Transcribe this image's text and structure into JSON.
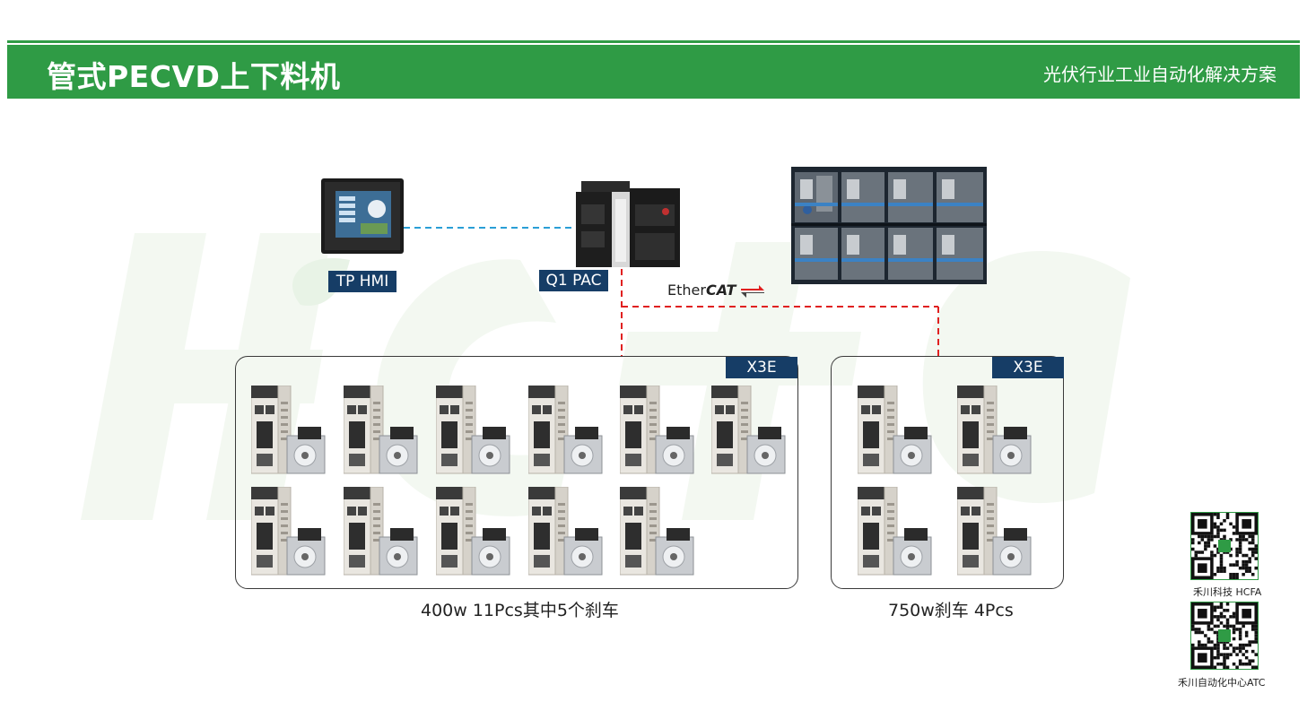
{
  "header": {
    "title": "管式PECVD上下料机",
    "subtitle": "光伏行业工业自动化解决方案"
  },
  "devices": {
    "hmi_label": "TP HMI",
    "pac_label": "Q1 PAC",
    "bus_label_prefix": "Ether",
    "bus_label_suffix": "CAT"
  },
  "groups": [
    {
      "tag": "X3E",
      "caption": "400w 11Pcs其中5个刹车",
      "servo_count": 11
    },
    {
      "tag": "X3E",
      "caption": "750w刹车 4Pcs",
      "servo_count": 4
    }
  ],
  "qr_codes": [
    {
      "label": "禾川科技 HCFA"
    },
    {
      "label": "禾川自动化中心ATC"
    }
  ],
  "colors": {
    "brand_green": "#2f9b45",
    "tag_navy": "#163d66",
    "ethercat_line": "#e02020",
    "hmi_link": "#2a9fd6"
  }
}
